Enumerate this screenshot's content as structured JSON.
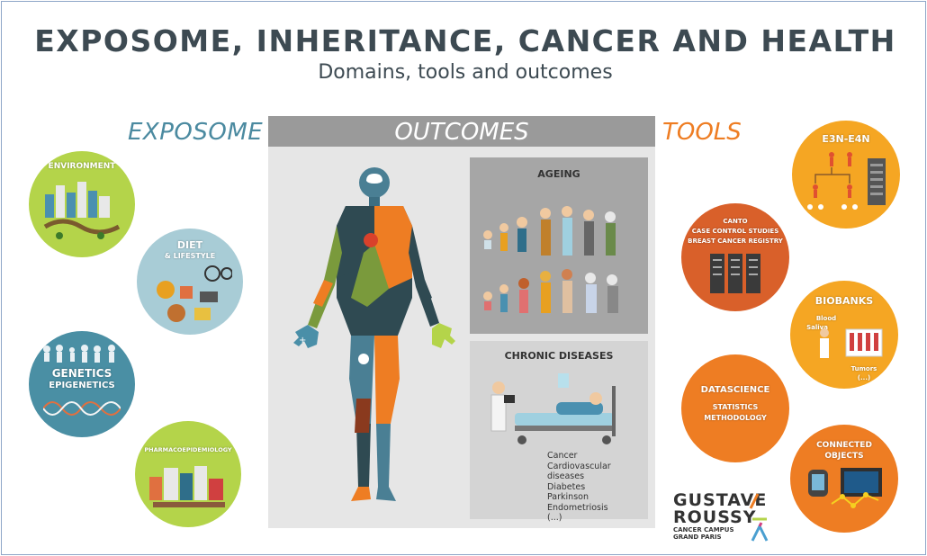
{
  "header": {
    "title": "EXPOSOME, INHERITANCE, CANCER AND HEALTH",
    "subtitle": "Domains, tools and outcomes"
  },
  "sections": {
    "exposome": "EXPOSOME",
    "outcomes": "OUTCOMES",
    "tools": "TOOLS"
  },
  "exposome_items": {
    "environment": "ENVIRONMENT",
    "diet_line1": "DIET",
    "diet_line2": "& LIFESTYLE",
    "genetics_line1": "GENETICS",
    "genetics_line2": "EPIGENETICS",
    "pharmaco": "PHARMACOEPIDEMIOLOGY"
  },
  "outcome_panels": {
    "ageing": "AGEING",
    "chronic_diseases": "CHRONIC DISEASES",
    "disease_list": [
      "Cancer",
      "Cardiovascular diseases",
      "Diabetes",
      "Parkinson",
      "Endometriosis",
      "(...)"
    ]
  },
  "tool_items": {
    "e3n": "E3N-E4N",
    "canto_line1": "CANTO",
    "canto_line2": "CASE CONTROL STUDIES",
    "canto_line3": "BREAST CANCER REGISTRY",
    "biobanks": "BIOBANKS",
    "blood": "Blood",
    "saliva": "Saliva",
    "tumors": "Tumors",
    "tumors_more": "(...)",
    "datascience_line1": "DATASCIENCE",
    "datascience_line2": "STATISTICS",
    "datascience_line3": "METHODOLOGY",
    "connected_line1": "CONNECTED",
    "connected_line2": "OBJECTS"
  },
  "logo": {
    "line1": "GUSTAVE",
    "line2": "ROUSSY",
    "line3": "CANCER CAMPUS",
    "line4": "GRAND PARIS"
  },
  "colors": {
    "exposome": "#4b8aa0",
    "tools": "#ee7d23",
    "outcomes_bar": "#9a9a9a",
    "title": "#3d4a52"
  }
}
